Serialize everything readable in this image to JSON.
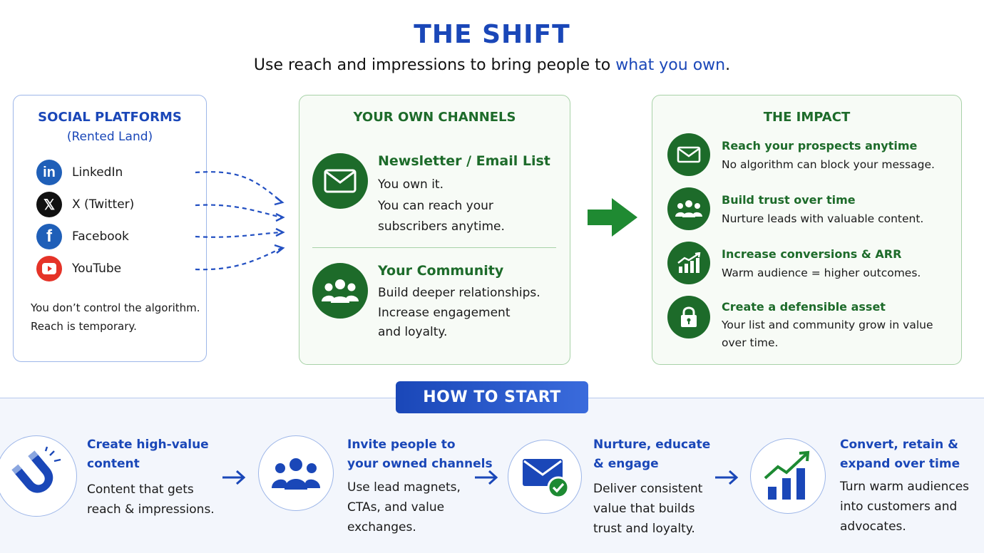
{
  "header": {
    "title": "THE SHIFT",
    "subtitle_pre": "Use reach and impressions to bring people to ",
    "subtitle_hl": "what you own",
    "subtitle_post": "."
  },
  "social": {
    "heading": "SOCIAL PLATFORMS",
    "subheading": "(Rented Land)",
    "items": [
      {
        "label": "LinkedIn",
        "icon": "linkedin-icon",
        "color": "#1f5fb8"
      },
      {
        "label": "X (Twitter)",
        "icon": "x-icon",
        "color": "#111111"
      },
      {
        "label": "Facebook",
        "icon": "facebook-icon",
        "color": "#1f5fb8"
      },
      {
        "label": "YouTube",
        "icon": "youtube-icon",
        "color": "#e53328"
      }
    ],
    "note_line1": "You don’t control the algorithm.",
    "note_line2": "Reach is temporary."
  },
  "own": {
    "heading": "YOUR OWN CHANNELS",
    "channels": [
      {
        "title": "Newsletter / Email List",
        "lines": [
          "You own it.",
          "You can reach your",
          "subscribers anytime."
        ]
      },
      {
        "title": "Your Community",
        "lines": [
          "Build deeper relationships.",
          "Increase engagement",
          "and loyalty."
        ]
      }
    ]
  },
  "impact": {
    "heading": "THE IMPACT",
    "items": [
      {
        "title": "Reach your prospects anytime",
        "lines": [
          "No algorithm can block your message."
        ]
      },
      {
        "title": "Build trust over time",
        "lines": [
          "Nurture leads with valuable content."
        ]
      },
      {
        "title": "Increase conversions & ARR",
        "lines": [
          "Warm audience = higher outcomes."
        ]
      },
      {
        "title": "Create a defensible asset",
        "lines": [
          "Your list and community grow in value",
          "over time."
        ]
      }
    ]
  },
  "how": {
    "label": "HOW TO START",
    "steps": [
      {
        "title": [
          "Create high-value",
          "content"
        ],
        "lines": [
          "Content that gets",
          "reach & impressions."
        ]
      },
      {
        "title": [
          "Invite people to",
          "your owned channels"
        ],
        "lines": [
          "Use lead magnets,",
          "CTAs, and value",
          "exchanges."
        ]
      },
      {
        "title": [
          "Nurture, educate",
          "& engage"
        ],
        "lines": [
          "Deliver consistent",
          "value that builds",
          "trust and loyalty."
        ]
      },
      {
        "title": [
          "Convert, retain &",
          "expand over time"
        ],
        "lines": [
          "Turn warm audiences",
          "into customers and",
          "advocates."
        ]
      }
    ]
  },
  "colors": {
    "blue": "#1a47b8",
    "green": "#1d6b2a",
    "arrow_green": "#1f8a32"
  }
}
